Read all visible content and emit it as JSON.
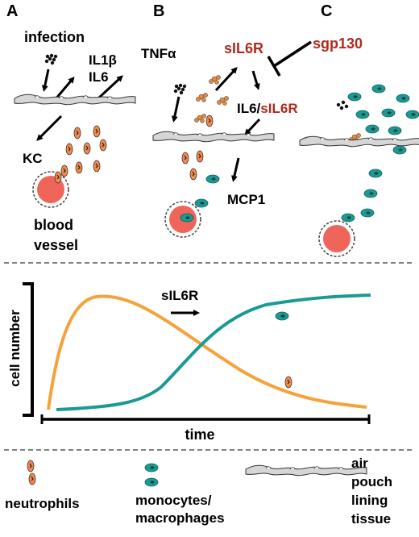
{
  "panels": {
    "a": {
      "letter": "A",
      "infection": "infection",
      "il1": "IL1β",
      "il6": "IL6",
      "kc": "KC",
      "blood": "blood",
      "vessel": "vessel"
    },
    "b": {
      "letter": "B",
      "tnf": "TNFα",
      "sil6r": "sIL6R",
      "il6": "IL6/",
      "il6_sil6r": "sIL6R",
      "mcp1": "MCP1"
    },
    "c": {
      "letter": "C",
      "sgp130": "sgp130"
    }
  },
  "timecourse": {
    "ylabel": "cell number",
    "xlabel": "time",
    "annotation": "sIL6R",
    "series": [
      {
        "cell": "neutrophils",
        "color": "#f5a23a",
        "trend": "rise-then-fall"
      },
      {
        "cell": "monocytes/macrophages",
        "color": "#1a9a94",
        "trend": "late-rise"
      }
    ]
  },
  "legend": {
    "neutrophils": "neutrophils",
    "monocytes_1": "monocytes/",
    "monocytes_2": "macrophages",
    "tissue_1": "air",
    "tissue_2": "pouch",
    "tissue_3": "lining",
    "tissue_4": "tissue"
  },
  "colors": {
    "neutrophil": "#f7894a",
    "monocyte": "#1a9a94",
    "vessel_fill": "#f0655a",
    "red_label": "#b02a1e",
    "orange_curve": "#f5a23a",
    "teal_curve": "#1a9a94"
  }
}
